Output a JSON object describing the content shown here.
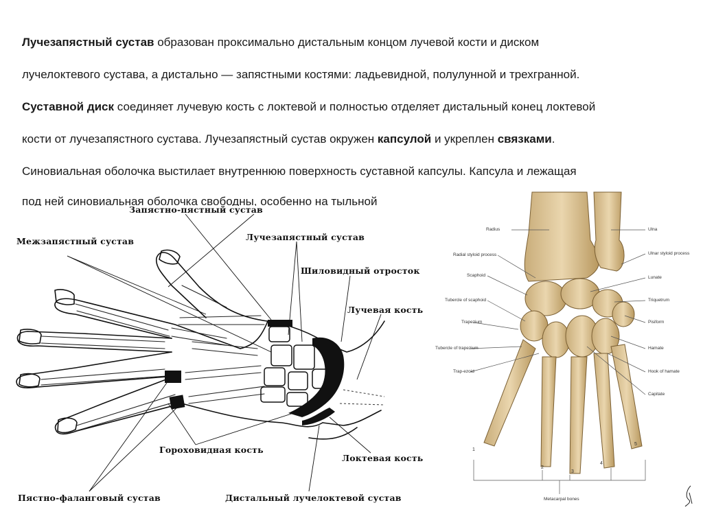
{
  "text": {
    "p1_bold": "Лучезапястный сустав",
    "p1_rest": " образован проксимально дистальным концом лучевой кости и диском",
    "p2": "лучелоктевого сустава, а дистально — запястными костями: ладьевидной, полулунной и трехгранной.",
    "p3_bold": "Суставной диск",
    "p3_rest": " соединяет лучевую кость с локтевой и полностью отделяет дистальный конец локтевой",
    "p4_a": "кости от лучезапястного сустава. Лучезапястный сустав окружен ",
    "p4_b": "капсулой",
    "p4_c": " и укреплен ",
    "p4_d": "связками",
    "p4_e": ".",
    "p5": "Синовиальная оболочка выстилает внутреннюю поверхность суставной капсулы. Капсула и лежащая",
    "p6_cut": "под ней синовиальная оболочка свободны, особенно на тыльной"
  },
  "left_diagram": {
    "labels": {
      "carpometacarpal": "Запястно-пястный сустав",
      "intercarpal": "Межзапястный сустав",
      "radiocarpal": "Лучезапястный сустав",
      "styloid": "Шиловидный отросток",
      "radius": "Лучевая кость",
      "pisiform": "Гороховидная кость",
      "ulna": "Локтевая кость",
      "metacarpophalangeal": "Пястно-фаланговый сустав",
      "distal_radioulnar": "Дистальный лучелоктевой сустав"
    }
  },
  "right_diagram": {
    "labels_left": {
      "radius": "Radius",
      "radial_styloid": "Radial styloid process",
      "scaphoid": "Scaphoid",
      "tubercle_scaphoid": "Tubercle of scaphoid",
      "trapezium": "Trapezium",
      "tubercle_trapezium": "Tubercle of trapezium",
      "trapezoid": "Trap-ezoid"
    },
    "labels_right": {
      "ulna": "Ulna",
      "ulnar_styloid": "Ulnar styloid process",
      "lunate": "Lunate",
      "triquetrum": "Triquetrum",
      "pisiform": "Pisiform",
      "hamate": "Hamate",
      "hook_hamate": "Hook of hamate",
      "capitate": "Capitate"
    },
    "metacarpal_numbers": [
      "1",
      "2",
      "3",
      "4",
      "5"
    ],
    "metacarpal_caption": "Metacarpal bones"
  },
  "colors": {
    "bone": "#dcc49a",
    "bone_shade": "#b89a66",
    "ink": "#111111"
  }
}
